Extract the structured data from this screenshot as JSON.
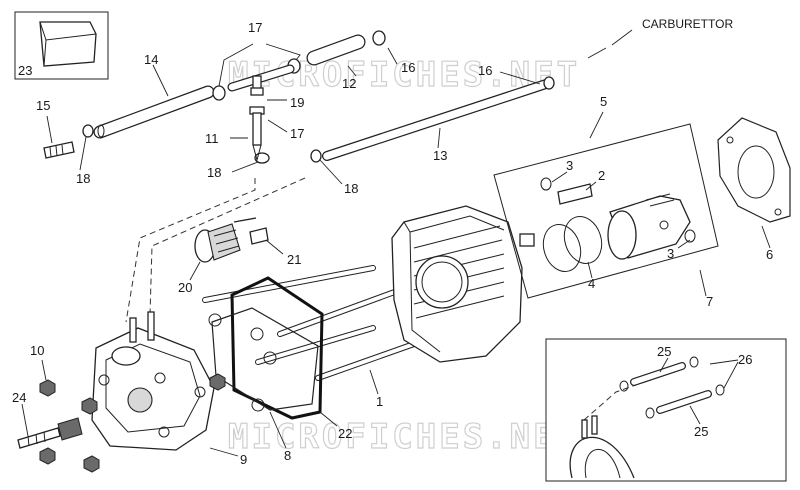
{
  "watermark": "MICROFICHES.NET",
  "note_carburettor": "CARBURETTOR",
  "callouts": {
    "n1": "1",
    "n2": "2",
    "n3a": "3",
    "n3b": "3",
    "n4": "4",
    "n5": "5",
    "n6": "6",
    "n7": "7",
    "n8": "8",
    "n9": "9",
    "n10": "10",
    "n11": "11",
    "n12": "12",
    "n13": "13",
    "n14": "14",
    "n15": "15",
    "n16a": "16",
    "n16b": "16",
    "n17a": "17",
    "n17b": "17",
    "n18a": "18",
    "n18b": "18",
    "n19": "19",
    "n20": "20",
    "n21": "21",
    "n22": "22",
    "n23": "23",
    "n24": "24",
    "n25a": "25",
    "n25b": "25",
    "n26": "26"
  }
}
